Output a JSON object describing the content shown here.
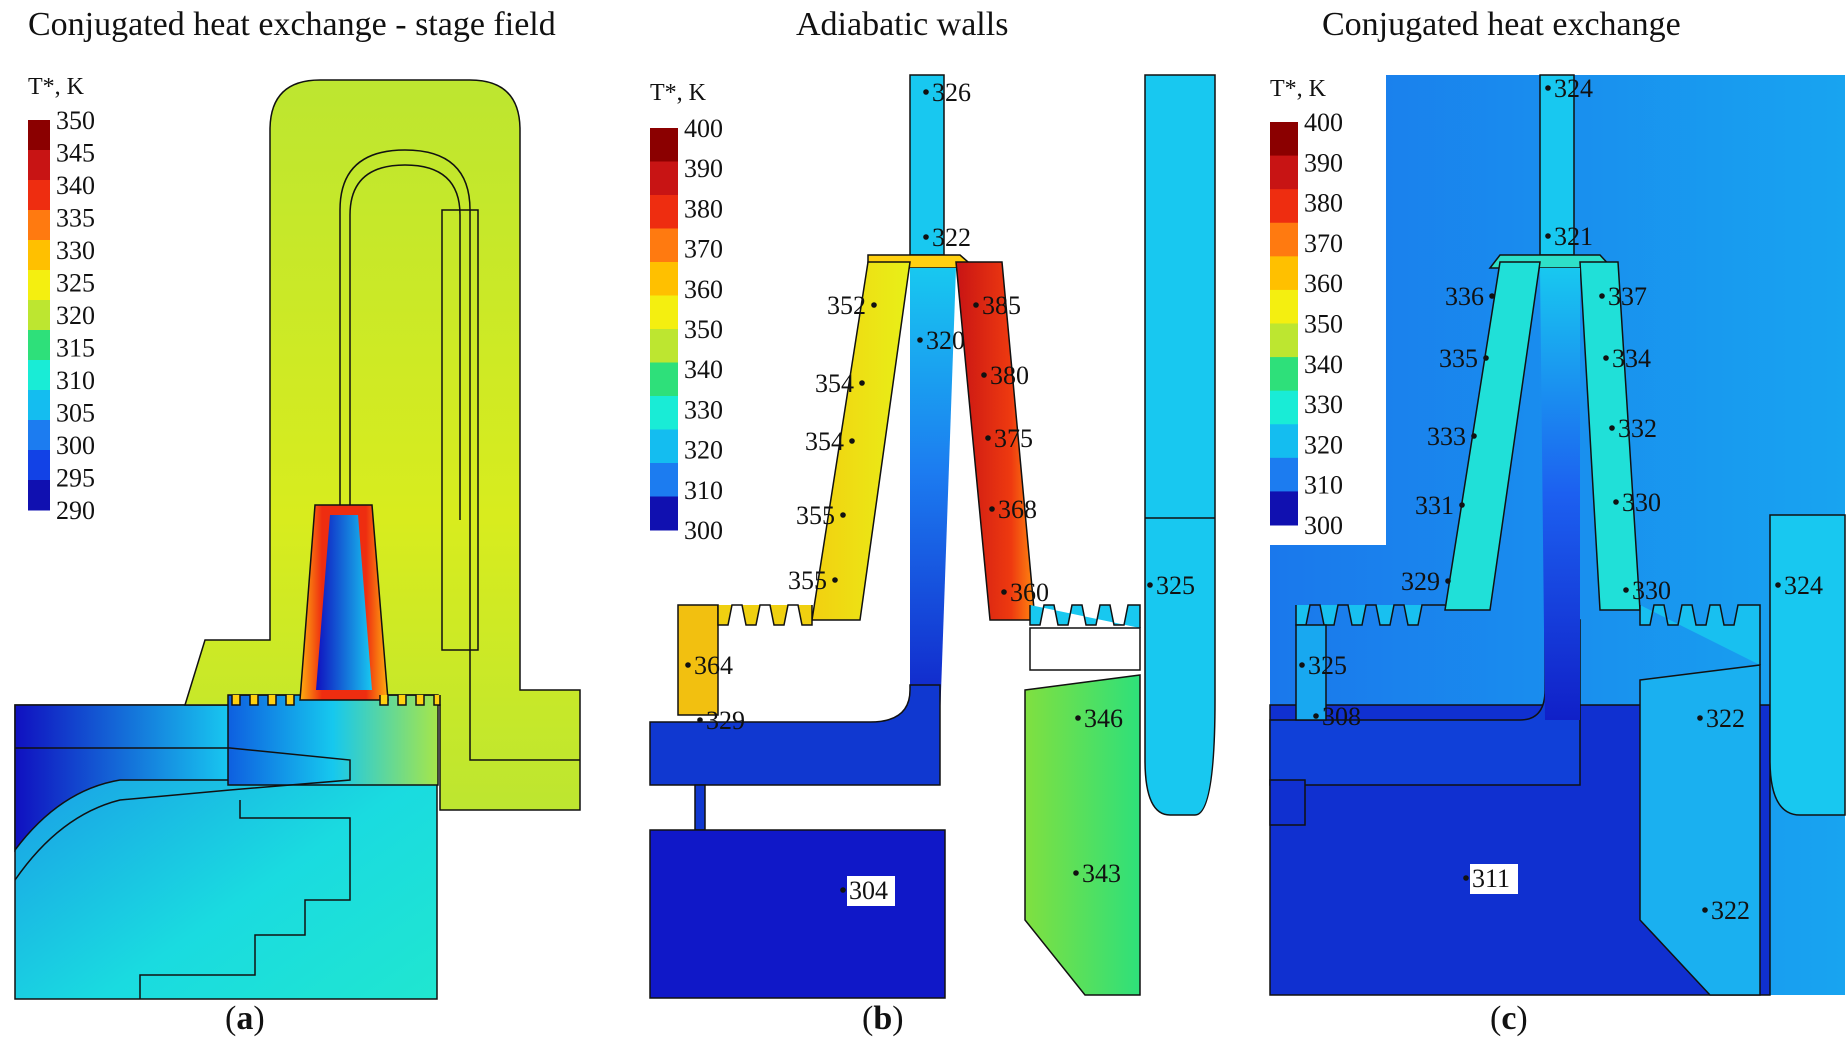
{
  "panels": [
    {
      "id": "a",
      "title": "Conjugated heat exchange - stage field",
      "label": "a",
      "legend": {
        "title": "T*, K",
        "ticks": [
          "350",
          "345",
          "340",
          "335",
          "330",
          "325",
          "320",
          "315",
          "310",
          "305",
          "300",
          "295",
          "290"
        ],
        "colors": [
          "#8b0000",
          "#c81414",
          "#ee2d10",
          "#ff7a10",
          "#ffc000",
          "#f4ef10",
          "#bde630",
          "#2ee07a",
          "#19ecd6",
          "#14bdf0",
          "#1c7cf0",
          "#1242e6",
          "#1010b0"
        ]
      },
      "probes": []
    },
    {
      "id": "b",
      "title": "Adiabatic walls",
      "label": "b",
      "legend": {
        "title": "T*, K",
        "ticks": [
          "400",
          "390",
          "380",
          "370",
          "360",
          "350",
          "340",
          "330",
          "320",
          "310",
          "300"
        ],
        "colors": [
          "#8b0000",
          "#c81414",
          "#ee2d10",
          "#ff7a10",
          "#ffc000",
          "#f4ef10",
          "#bde630",
          "#2ee07a",
          "#19ecd6",
          "#14bdf0",
          "#1c7cf0",
          "#1010b0"
        ]
      },
      "probes": [
        {
          "value": "326",
          "boxed": false
        },
        {
          "value": "322",
          "boxed": false
        },
        {
          "value": "352",
          "boxed": false
        },
        {
          "value": "385",
          "boxed": false
        },
        {
          "value": "320",
          "boxed": false
        },
        {
          "value": "354",
          "boxed": false
        },
        {
          "value": "380",
          "boxed": false
        },
        {
          "value": "354",
          "boxed": false
        },
        {
          "value": "375",
          "boxed": false
        },
        {
          "value": "355",
          "boxed": false
        },
        {
          "value": "368",
          "boxed": false
        },
        {
          "value": "355",
          "boxed": false
        },
        {
          "value": "360",
          "boxed": false
        },
        {
          "value": "325",
          "boxed": false
        },
        {
          "value": "364",
          "boxed": false
        },
        {
          "value": "329",
          "boxed": false
        },
        {
          "value": "346",
          "boxed": false
        },
        {
          "value": "343",
          "boxed": false
        },
        {
          "value": "304",
          "boxed": true
        }
      ]
    },
    {
      "id": "c",
      "title": "Conjugated heat exchange",
      "label": "c",
      "legend": {
        "title": "T*, K",
        "ticks": [
          "400",
          "390",
          "380",
          "370",
          "360",
          "350",
          "340",
          "330",
          "320",
          "310",
          "300"
        ],
        "colors": [
          "#8b0000",
          "#c81414",
          "#ee2d10",
          "#ff7a10",
          "#ffc000",
          "#f4ef10",
          "#bde630",
          "#2ee07a",
          "#19ecd6",
          "#14bdf0",
          "#1c7cf0",
          "#1010b0"
        ]
      },
      "probes": [
        {
          "value": "324",
          "boxed": false
        },
        {
          "value": "321",
          "boxed": false
        },
        {
          "value": "336",
          "boxed": false
        },
        {
          "value": "337",
          "boxed": false
        },
        {
          "value": "335",
          "boxed": false
        },
        {
          "value": "334",
          "boxed": false
        },
        {
          "value": "333",
          "boxed": false
        },
        {
          "value": "332",
          "boxed": false
        },
        {
          "value": "331",
          "boxed": false
        },
        {
          "value": "330",
          "boxed": false
        },
        {
          "value": "329",
          "boxed": false
        },
        {
          "value": "330",
          "boxed": false
        },
        {
          "value": "324",
          "boxed": false
        },
        {
          "value": "325",
          "boxed": false
        },
        {
          "value": "308",
          "boxed": false
        },
        {
          "value": "322",
          "boxed": false
        },
        {
          "value": "322",
          "boxed": false
        },
        {
          "value": "311",
          "boxed": true
        }
      ]
    }
  ]
}
